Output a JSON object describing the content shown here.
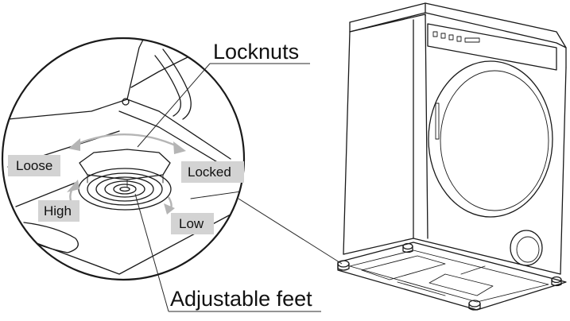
{
  "labels": {
    "locknuts": "Locknuts",
    "adjustable_feet": "Adjustable feet"
  },
  "tags": {
    "loose": "Loose",
    "locked": "Locked",
    "high": "High",
    "low": "Low"
  },
  "colors": {
    "line": "#1a1a1a",
    "tag_background": "#d3d3d3",
    "arrow": "#b5b5b5"
  }
}
